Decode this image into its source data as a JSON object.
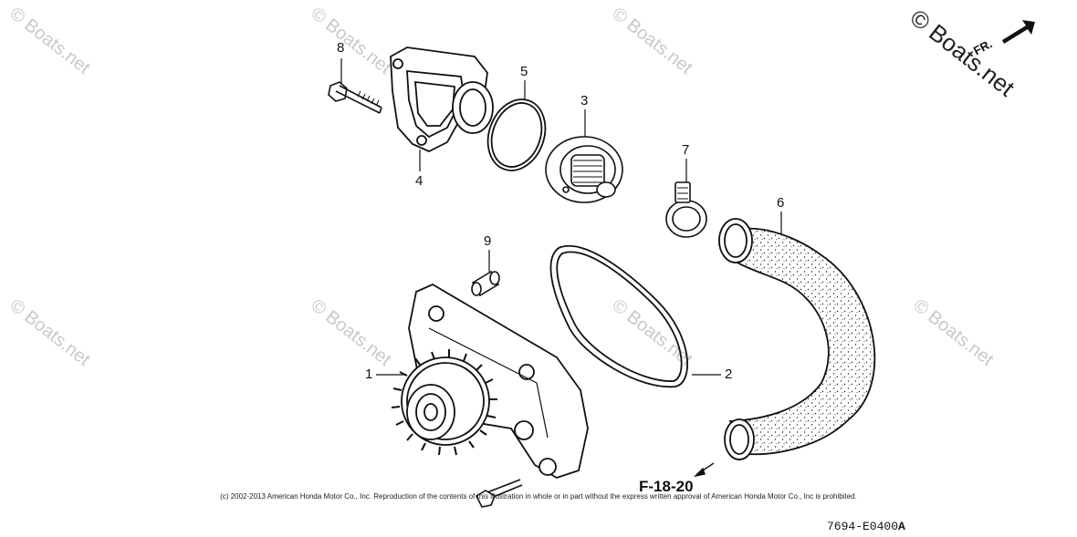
{
  "watermark": {
    "text": "© Boats.net"
  },
  "callouts": [
    "1",
    "2",
    "3",
    "4",
    "5",
    "6",
    "7",
    "8",
    "9"
  ],
  "front_label": "FR.",
  "reference": "F-18-20",
  "copyright": "(c) 2002-2013 American Honda Motor Co., Inc. Reproduction of the contents of this illustration in whole or in part without the express written approval of American Honda Motor Co., Inc is prohibited.",
  "diagram_code": "7694-E0400",
  "diagram_code_suffix": "A",
  "icons": [
    "front-direction-arrow-icon",
    "reference-arrow-icon"
  ]
}
